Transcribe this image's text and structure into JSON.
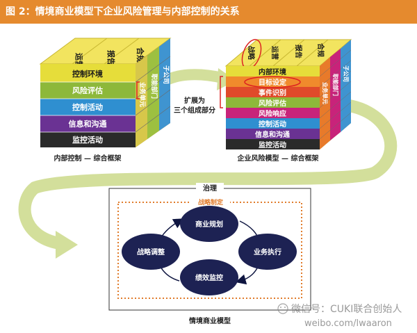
{
  "header": {
    "title": "图 2：情境商业模型下企业风险管理与内部控制的关系"
  },
  "cube1": {
    "top_labels": [
      "运营",
      "报告",
      "合规"
    ],
    "rows": [
      "控制环境",
      "风险评估",
      "控制活动",
      "信息和沟通",
      "监控活动"
    ],
    "side_labels": [
      "业务单元",
      "职能部门",
      "子公司"
    ],
    "caption": "内部控制 — 综合框架"
  },
  "arrow": {
    "line1": "扩展为",
    "line2": "三个组成部分"
  },
  "cube2": {
    "top_labels": [
      "战略",
      "运营",
      "报告",
      "合规"
    ],
    "rows": [
      "内部环境",
      "目标设定",
      "事件识别",
      "风险评估",
      "风险响应",
      "控制活动",
      "信息和沟通",
      "监控活动"
    ],
    "side_labels": [
      "业务单元",
      "职能部门",
      "子公司"
    ],
    "caption": "企业风险模型 — 综合框架"
  },
  "model": {
    "governance": "治理",
    "strategy_making": "战略制定",
    "nodes": [
      "商业规划",
      "业务执行",
      "绩效监控",
      "战略调整"
    ],
    "caption": "情境商业模型"
  },
  "watermark": {
    "line1": "微信号：CUKI联合创始人",
    "line2": "weibo.com/lwaaron"
  },
  "colors": {
    "header": "#e58a2e",
    "node": "#1d2253",
    "dotted_border": "#e07b2a",
    "arrow": "#d3df9b"
  }
}
